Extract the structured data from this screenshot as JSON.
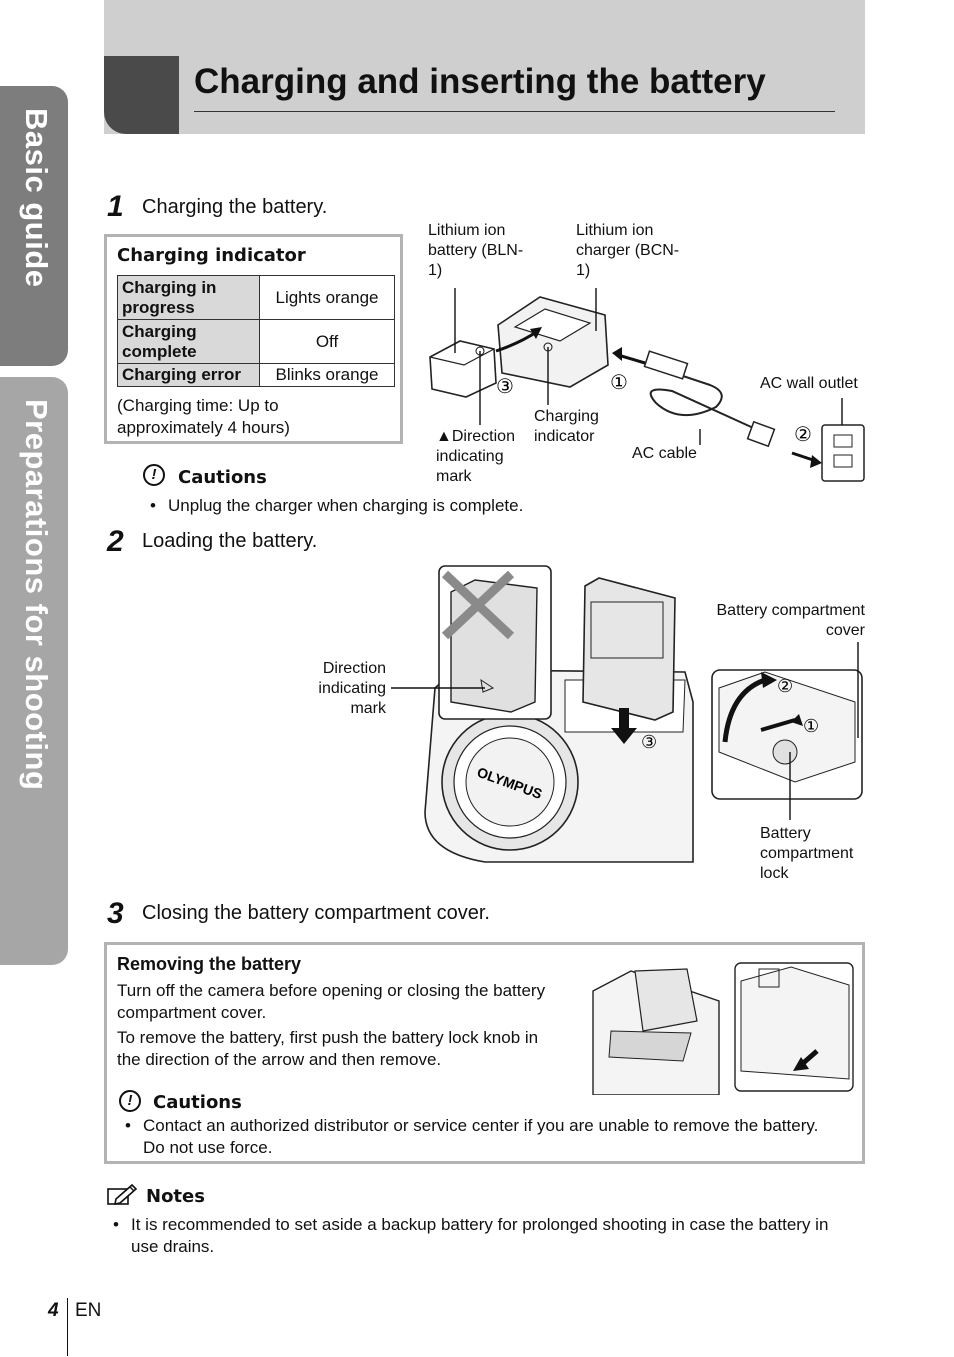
{
  "side_tabs": {
    "basic_guide": "Basic guide",
    "preparations": "Preparations for shooting"
  },
  "page_title": "Charging and inserting the battery",
  "step1": {
    "number": "1",
    "text": "Charging the battery."
  },
  "charging_indicator": {
    "title": "Charging indicator",
    "rows": [
      {
        "state": "Charging in progress",
        "indicator": "Lights orange"
      },
      {
        "state": "Charging complete",
        "indicator": "Off"
      },
      {
        "state": "Charging error",
        "indicator": "Blinks orange"
      }
    ],
    "note": "(Charging time: Up to approximately 4 hours)"
  },
  "charger_diagram": {
    "battery_label": "Lithium ion battery (BLN-1)",
    "charger_label": "Lithium ion charger (BCN-1)",
    "ac_outlet_label": "AC wall outlet",
    "direction_mark_label": "▲Direction indicating mark",
    "charging_indicator_label": "Charging indicator",
    "ac_cable_label": "AC cable",
    "markers": [
      "①",
      "②",
      "③"
    ]
  },
  "caution1": {
    "label": "Cautions",
    "icon": "exclamation-circle-icon",
    "items": [
      "Unplug the charger when charging is complete."
    ]
  },
  "step2": {
    "number": "2",
    "text": "Loading the battery."
  },
  "loading_diagram": {
    "direction_mark_label": "Direction indicating mark",
    "cover_label": "Battery compartment cover",
    "lock_label": "Battery compartment lock",
    "brand_text": "OLYMPUS",
    "markers": [
      "①",
      "②",
      "③"
    ]
  },
  "step3": {
    "number": "3",
    "text": "Closing the battery compartment cover."
  },
  "removing": {
    "title": "Removing the battery",
    "para1": "Turn off the camera before opening or closing the battery compartment cover.",
    "para2": "To remove the battery, first push the battery lock knob in the direction of the arrow and then remove.",
    "caution_label": "Cautions",
    "caution_items": [
      "Contact an authorized distributor or service center if you are unable to remove the battery. Do not use force."
    ]
  },
  "notes": {
    "label": "Notes",
    "icon": "pencil-note-icon",
    "items": [
      "It is recommended to set aside a backup battery for prolonged shooting in case the battery in use drains."
    ]
  },
  "footer": {
    "page_number": "4",
    "language": "EN"
  }
}
